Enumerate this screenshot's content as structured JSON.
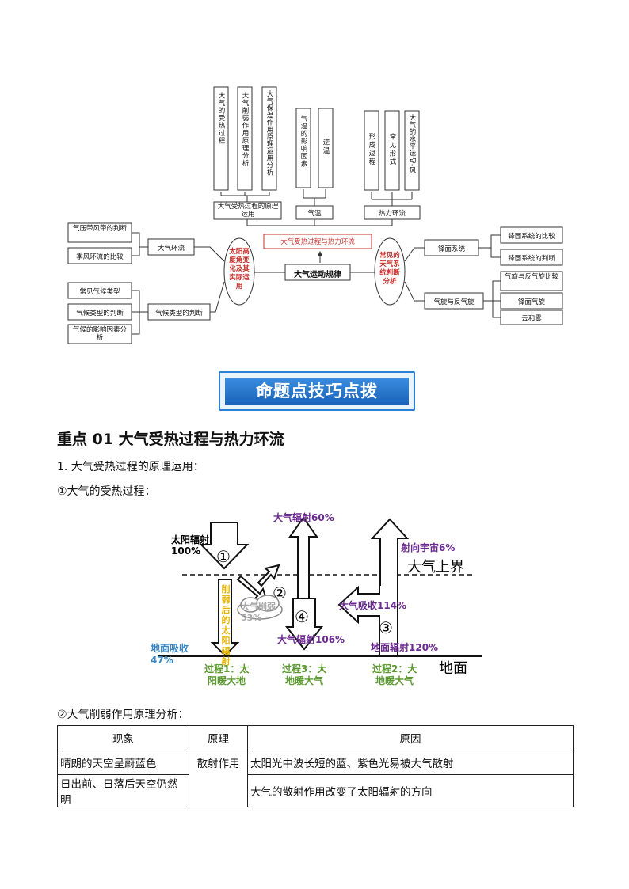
{
  "mindmap": {
    "center": "大气运动规律",
    "top_label": "大气受热过程与热力环流",
    "left_oval": "太阳高度角变化及其实际运用",
    "right_oval": "常见的天气系统判断分析",
    "top_branches": [
      {
        "label": "大气受热过程的原理运用",
        "items": [
          "大气的受热过程",
          "大气削弱作用原理分析",
          "大气保温作用原理运用分析"
        ]
      },
      {
        "label": "气温",
        "items": [
          "气温的影响因素",
          "逆温"
        ]
      },
      {
        "label": "热力环流",
        "items": [
          "形成过程",
          "常见形式",
          "大气的水平运动-风"
        ]
      }
    ],
    "left_branches": [
      {
        "label": "大气环流",
        "items": [
          "气压带风带的判断",
          "季风环流的比较"
        ]
      },
      {
        "label": "气候类型的判断",
        "items": [
          "常见气候类型",
          "气候类型的判断",
          "气候的影响因素分析"
        ]
      }
    ],
    "right_branches": [
      {
        "label": "锋面系统",
        "items": [
          "锋面系统的比较",
          "锋面系统的判断"
        ]
      },
      {
        "label": "气旋与反气旋",
        "items": [
          "气旋与反气旋比较",
          "锋面气旋",
          "云和雾"
        ]
      }
    ]
  },
  "banner": "命题点技巧点拨",
  "heading": "重点 01 大气受热过程与热力环流",
  "para1": "1. 大气受热过程的原理运用：",
  "para2": "①大气的受热过程：",
  "diagram": {
    "solar": "太阳辐射",
    "solar_pct": "100%",
    "weaken_vertical": "削弱后的太阳辐射",
    "weaken_cloud": "大气削弱",
    "weaken_pct": "53%",
    "ground_absorb": "地面吸收",
    "ground_absorb_pct": "47%",
    "atm_rad_up": "大气辐射60%",
    "atm_rad_down": "大气辐射106%",
    "to_space": "射向宇宙6%",
    "upper_bound": "大气上界",
    "atm_absorb": "大气吸收114%",
    "ground_rad": "地面辐射120%",
    "ground": "地面",
    "n1": "①",
    "n2": "②",
    "n3": "③",
    "n4": "④",
    "process1": [
      "过程1：太",
      "阳暖大地"
    ],
    "process3": [
      "过程3：大",
      "地暖大气"
    ],
    "process2": [
      "过程2：大",
      "地暖大气"
    ],
    "colors": {
      "purple": "#6b2a8f",
      "yellow": "#e8b400",
      "blue": "#3a87c8",
      "green": "#5a9a2e"
    }
  },
  "para3": "②大气削弱作用原理分析：",
  "table": {
    "headers": [
      "现象",
      "原理",
      "原因"
    ],
    "rows": [
      [
        "晴朗的天空呈蔚蓝色",
        "散射作用",
        "太阳光中波长短的蓝、紫色光易被大气散射"
      ],
      [
        "日出前、日落后天空仍然明",
        "",
        "大气的散射作用改变了太阳辐射的方向"
      ]
    ]
  }
}
